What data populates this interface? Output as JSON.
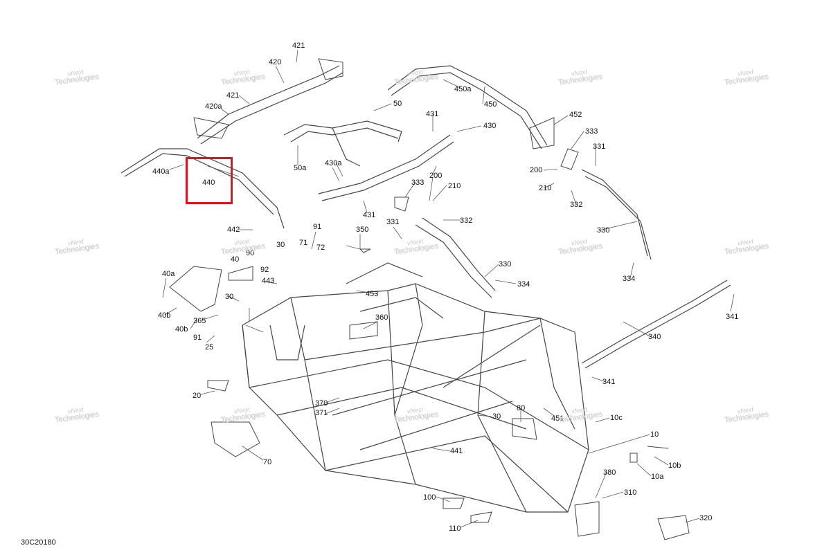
{
  "diagram": {
    "drawing_code": "30C20180",
    "highlighted_part": "440",
    "highlight_color": "#e0141e",
    "watermark": {
      "line1": "vNext",
      "line2": "Technologies"
    },
    "callouts": [
      "421",
      "420",
      "421",
      "420a",
      "440a",
      "440",
      "442",
      "91",
      "350",
      "331",
      "332",
      "40",
      "90",
      "30",
      "71",
      "72",
      "92",
      "443",
      "40a",
      "30",
      "453",
      "365",
      "40b",
      "40b",
      "91",
      "25",
      "360",
      "20",
      "370",
      "371",
      "30",
      "80",
      "451",
      "10c",
      "70",
      "441",
      "10",
      "10b",
      "10a",
      "380",
      "310",
      "100",
      "110",
      "320",
      "50",
      "50a",
      "430a",
      "431",
      "430",
      "431",
      "333",
      "200",
      "210",
      "450a",
      "450",
      "452",
      "333",
      "331",
      "200",
      "210",
      "332",
      "330",
      "334",
      "330",
      "334",
      "341",
      "340",
      "341"
    ]
  }
}
